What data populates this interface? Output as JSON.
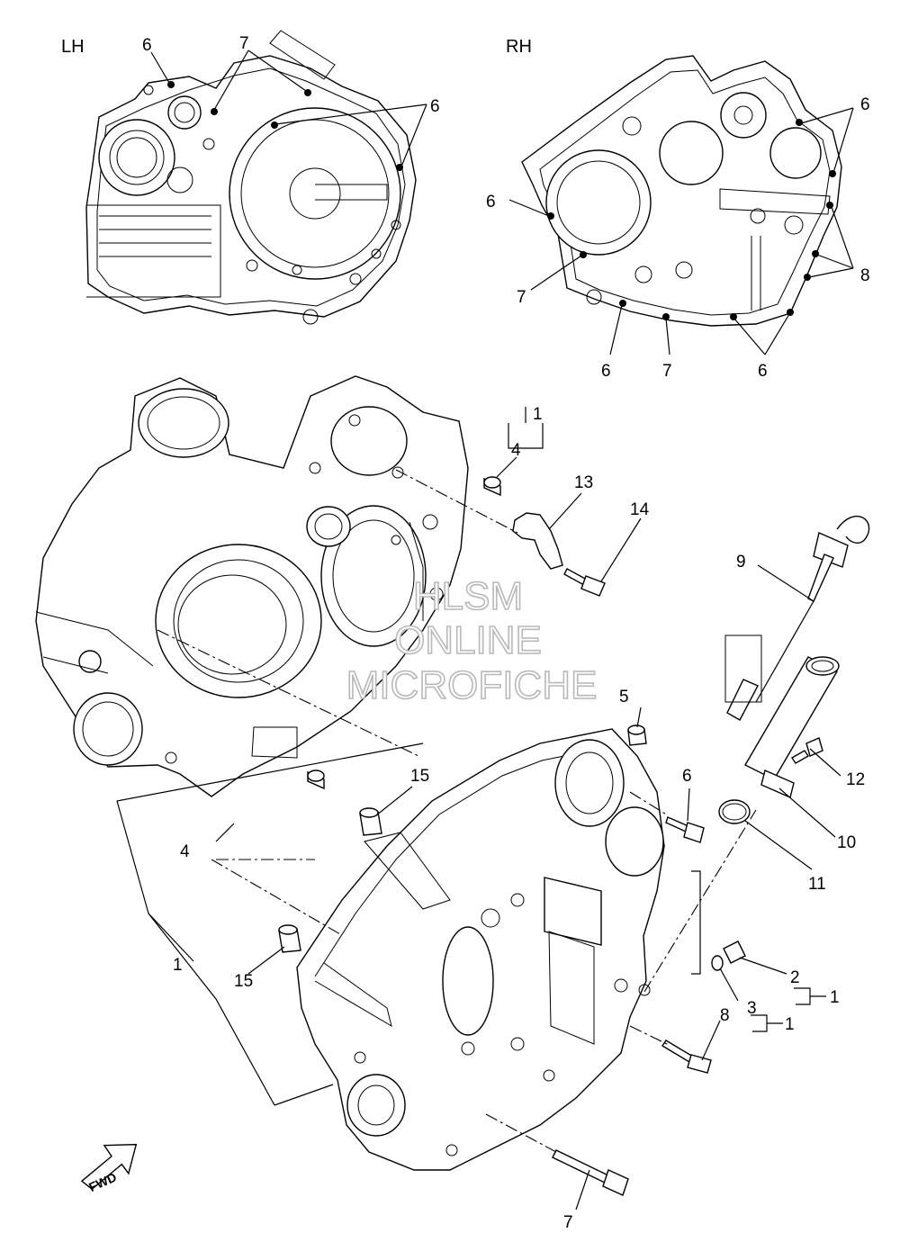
{
  "headers": {
    "left": "LH",
    "right": "RH"
  },
  "watermark": {
    "line1": "HLSM",
    "line2": "ONLINE",
    "line3": "MICROFICHE"
  },
  "fwd_label": "FWD",
  "callouts": {
    "lh_6a": "6",
    "lh_7": "7",
    "lh_6b": "6",
    "rh_6a": "6",
    "rh_6b": "6",
    "rh_7a": "7",
    "rh_8": "8",
    "rh_6c": "6",
    "rh_7b": "7",
    "rh_6d": "6",
    "p1_top": "1",
    "p4_top": "4",
    "p13": "13",
    "p14": "14",
    "p9": "9",
    "p5": "5",
    "p6": "6",
    "p15_top": "15",
    "p12": "12",
    "p10": "10",
    "p11": "11",
    "p4_mid": "4",
    "p1_mid": "1",
    "p15_bot": "15",
    "p2": "2",
    "p1_r1": "1",
    "p3": "3",
    "p1_r2": "1",
    "p8": "8",
    "p7": "7"
  }
}
